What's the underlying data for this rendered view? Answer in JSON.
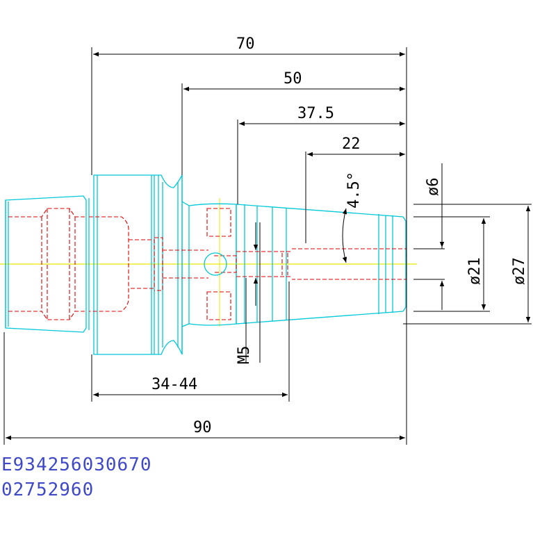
{
  "dimensions": {
    "d70": "70",
    "d50": "50",
    "d37_5": "37.5",
    "d22": "22",
    "angle": "4.5°",
    "phi6": "ø6",
    "phi21": "ø21",
    "phi27": "ø27",
    "m5": "M5",
    "d34_44": "34-44",
    "d90": "90"
  },
  "labels": {
    "part_number": "E934256030670",
    "order_number": "02752960"
  },
  "colors": {
    "outline": "#00c8d8",
    "hidden": "#e00000",
    "centerline": "#e8e800",
    "dimension": "#000000",
    "text_blue": "#3f49c8"
  }
}
